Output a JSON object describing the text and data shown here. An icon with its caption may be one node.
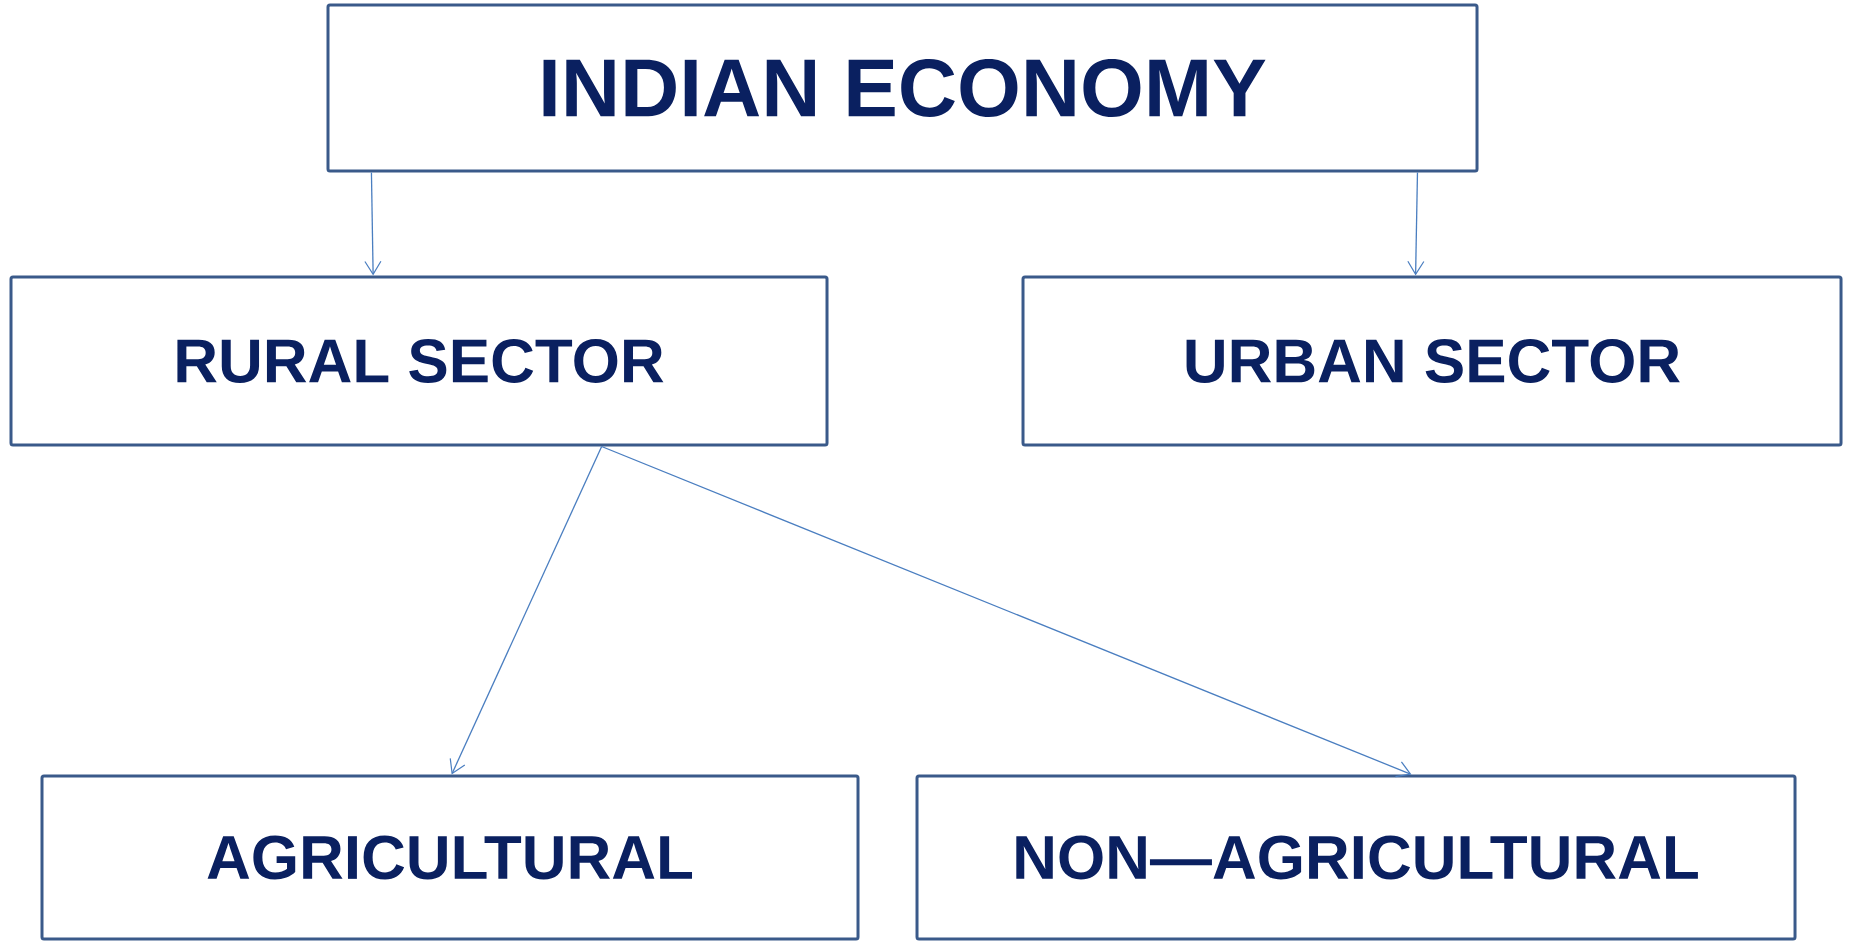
{
  "diagram": {
    "nodes": [
      {
        "text": [
          "INDIAN ECONOMY"
        ]
      },
      {
        "text": [
          "RURAL SECTOR"
        ]
      },
      {
        "text": [
          "URBAN SECTOR"
        ]
      },
      {
        "text": [
          "AGRICULTURAL"
        ]
      },
      {
        "text": [
          "NON—AGRICULTURAL"
        ]
      }
    ],
    "edges": [
      {
        "from": 0,
        "to": 1,
        "arrow": "to"
      },
      {
        "from": 0,
        "to": 2,
        "arrow": "to"
      },
      {
        "from": 1,
        "to": 3,
        "arrow": "to"
      },
      {
        "from": 1,
        "to": 4,
        "arrow": "to"
      }
    ]
  }
}
